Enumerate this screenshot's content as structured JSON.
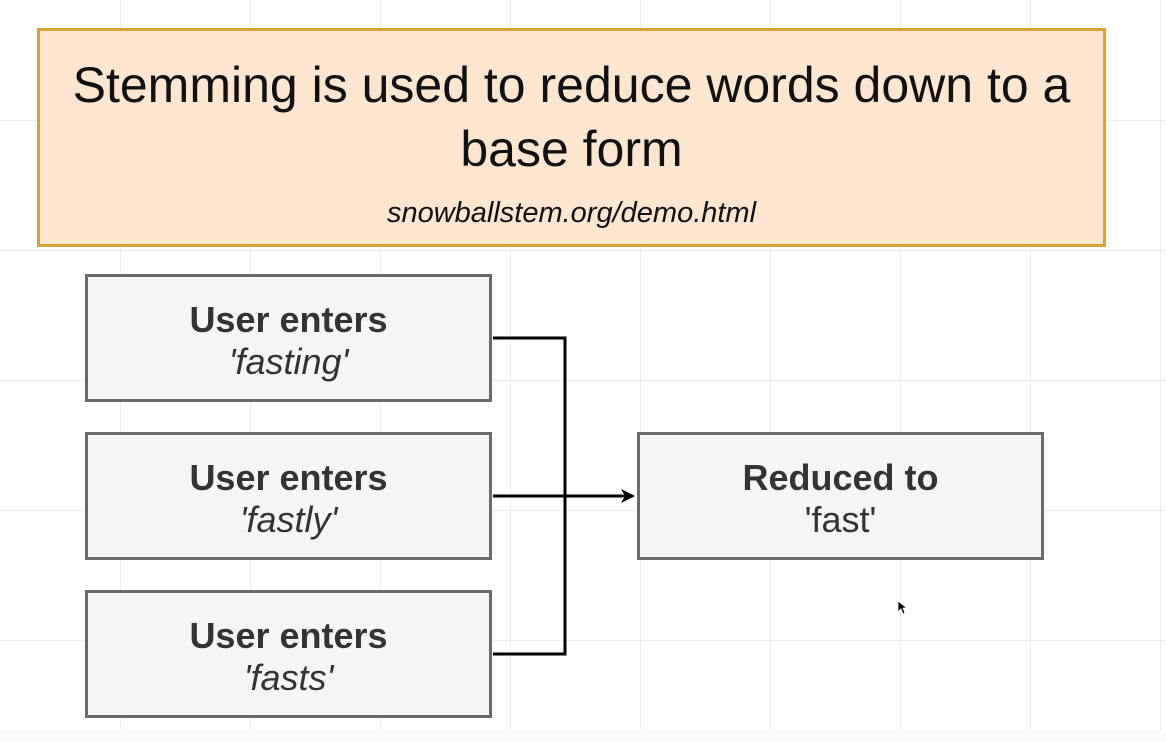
{
  "title": {
    "heading": "Stemming is used to reduce words down to a base form",
    "link": "snowballstem.org/demo.html"
  },
  "inputs": [
    {
      "label": "User enters",
      "value": "'fasting'"
    },
    {
      "label": "User enters",
      "value": "'fastly'"
    },
    {
      "label": "User enters",
      "value": "'fasts'"
    }
  ],
  "output": {
    "label": "Reduced to",
    "value": "'fast'"
  },
  "colors": {
    "title_fill": "#fde6cf",
    "title_border": "#d9a233",
    "node_fill": "#f5f5f5",
    "node_border": "#6a6a6a",
    "connector": "#000000"
  }
}
